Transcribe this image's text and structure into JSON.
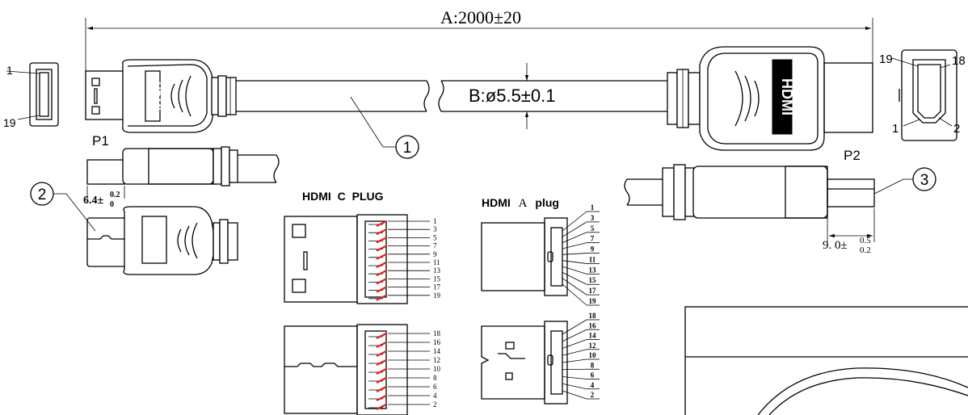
{
  "dimensions": {
    "length_label": "A:2000±20",
    "diameter_label": "B:ø5.5±0.1",
    "p1_width_label": "6.4±",
    "p1_width_tol_upper": "0.2",
    "p1_width_tol_lower": "0",
    "p2_width_label": "9. 0±",
    "p2_width_tol_upper": "0.5",
    "p2_width_tol_lower": "0.2"
  },
  "connectors": {
    "p1_label": "P1",
    "p2_label": "P2",
    "p1_pin_top": "1",
    "p1_pin_bottom": "19",
    "p2_pin_top_left": "19",
    "p2_pin_top_right": "18",
    "p2_pin_bottom_left": "1",
    "p2_pin_bottom_right": "2"
  },
  "callouts": [
    "1",
    "2",
    "3"
  ],
  "logo_text": "HDMI",
  "hdmi_c": {
    "title": "HDMI C PLUG",
    "odd_pins": [
      "1",
      "3",
      "5",
      "7",
      "9",
      "11",
      "13",
      "15",
      "17",
      "19"
    ],
    "even_pins": [
      "18",
      "16",
      "14",
      "12",
      "10",
      "8",
      "6",
      "4",
      "2"
    ]
  },
  "hdmi_a": {
    "title_prefix": "HDMI",
    "title_letter": "A",
    "title_suffix": "plug",
    "odd_pins": [
      "1",
      "3",
      "5",
      "7",
      "9",
      "11",
      "13",
      "15",
      "17",
      "19"
    ],
    "even_pins": [
      "18",
      "16",
      "14",
      "12",
      "10",
      "8",
      "6",
      "4",
      "2"
    ]
  }
}
